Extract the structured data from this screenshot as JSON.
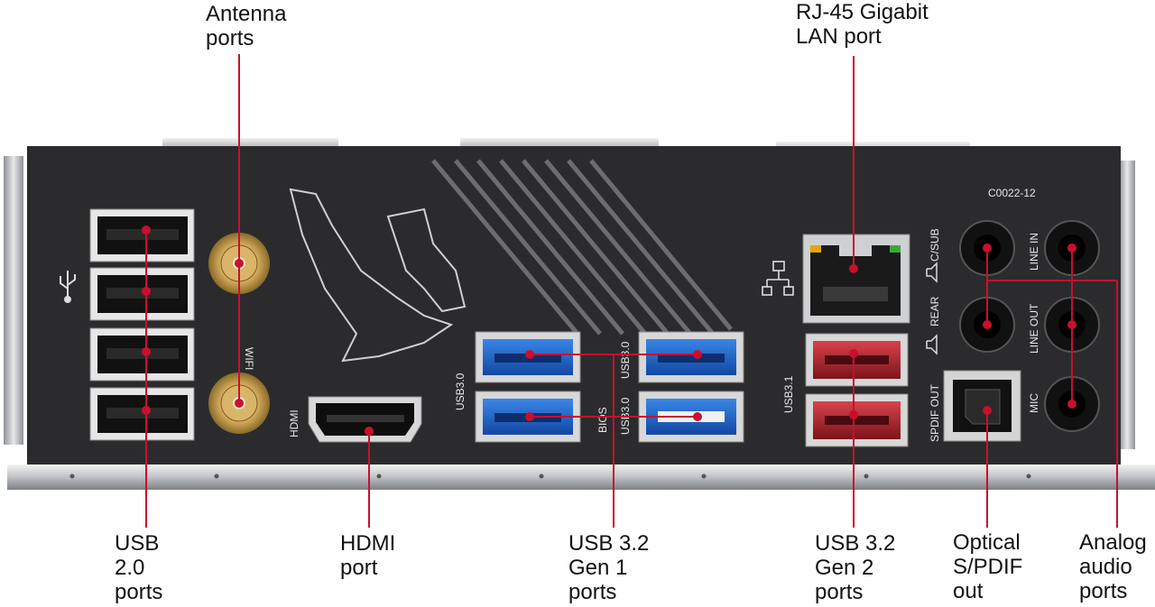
{
  "callouts": {
    "antenna": "Antenna\nports",
    "rj45": "RJ-45 Gigabit\nLAN port",
    "usb20": "USB\n2.0\nports",
    "hdmi": "HDMI\nport",
    "usb32g1": "USB 3.2\nGen 1\nports",
    "usb32g2": "USB 3.2\nGen 2\nports",
    "optical": "Optical\nS/PDIF\nout",
    "analog": "Analog\naudio\nports"
  },
  "panel_silkscreen": {
    "model_code": "C0022-12",
    "wifi": "WIFI",
    "hdmi": "HDMI",
    "usb30_left": "USB3.0",
    "usb30_right_top": "USB3.0",
    "usb30_right_bottom": "USB3.0",
    "bios": "BIOS",
    "usb31": "USB3.1",
    "c_sub": "C/SUB",
    "rear": "REAR",
    "spdif_out": "SPDIF OUT",
    "line_in": "LINE IN",
    "line_out": "LINE OUT",
    "mic": "MIC"
  },
  "colors": {
    "panel": "#2b2b2d",
    "leader_line": "#c8102e",
    "usb3_blue": "#1f5fc4",
    "usb31_red": "#b3202a",
    "gold": "#c9a24a"
  }
}
